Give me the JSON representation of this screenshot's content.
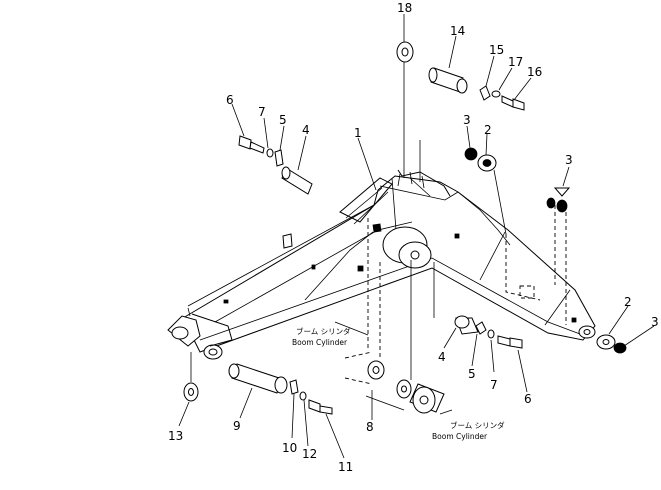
{
  "callouts": {
    "n1": "1",
    "n2a": "2",
    "n2b": "2",
    "n3a": "3",
    "n3b": "3",
    "n3c": "3",
    "n4a": "4",
    "n4b": "4",
    "n5a": "5",
    "n5b": "5",
    "n6a": "6",
    "n6b": "6",
    "n7a": "7",
    "n7b": "7",
    "n8": "8",
    "n9": "9",
    "n10": "10",
    "n11": "11",
    "n12": "12",
    "n13": "13",
    "n14": "14",
    "n15": "15",
    "n16": "16",
    "n17": "17",
    "n18": "18"
  },
  "notes": {
    "cyl1_jp": "ブーム シリンダ",
    "cyl1_en": "Boom Cylinder",
    "cyl2_jp": "ブーム シリンダ",
    "cyl2_en": "Boom Cylinder"
  }
}
